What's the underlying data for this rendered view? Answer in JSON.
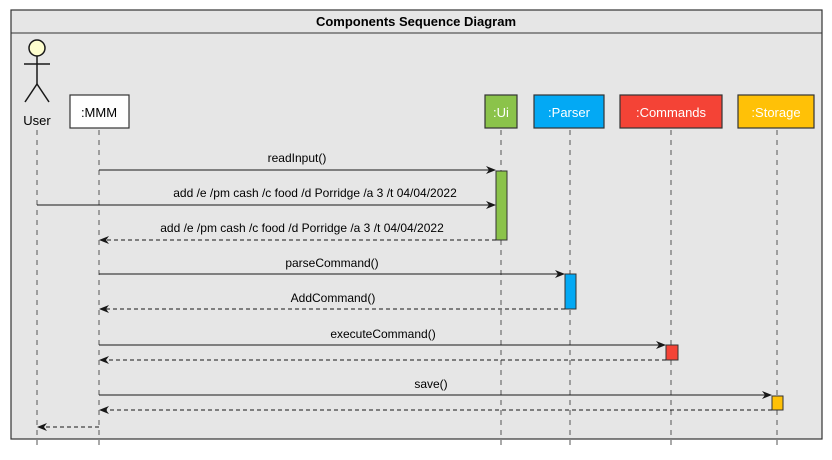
{
  "title": "Components Sequence Diagram",
  "actor": {
    "label": "User"
  },
  "participants": [
    {
      "id": "mmm",
      "label": ":MMM",
      "color": "#fefefe"
    },
    {
      "id": "ui",
      "label": ":Ui",
      "color": "#8bc34a"
    },
    {
      "id": "parser",
      "label": ":Parser",
      "color": "#03a9f4"
    },
    {
      "id": "commands",
      "label": ":Commands",
      "color": "#f44336"
    },
    {
      "id": "storage",
      "label": ":Storage",
      "color": "#ffc107"
    }
  ],
  "messages": [
    {
      "label": "readInput()",
      "from": "mmm",
      "to": "ui",
      "style": "solid"
    },
    {
      "label": "add /e /pm cash /c food /d Porridge /a 3 /t 04/04/2022",
      "from": "user",
      "to": "ui",
      "style": "solid"
    },
    {
      "label": "add /e /pm cash /c food /d Porridge /a 3 /t 04/04/2022",
      "from": "ui",
      "to": "mmm",
      "style": "dashed"
    },
    {
      "label": "parseCommand()",
      "from": "mmm",
      "to": "parser",
      "style": "solid"
    },
    {
      "label": "AddCommand()",
      "from": "parser",
      "to": "mmm",
      "style": "dashed"
    },
    {
      "label": "executeCommand()",
      "from": "mmm",
      "to": "commands",
      "style": "solid"
    },
    {
      "label": "",
      "from": "commands",
      "to": "mmm",
      "style": "dashed"
    },
    {
      "label": "save()",
      "from": "mmm",
      "to": "storage",
      "style": "solid"
    },
    {
      "label": "",
      "from": "storage",
      "to": "mmm",
      "style": "dashed"
    },
    {
      "label": "",
      "from": "mmm",
      "to": "user",
      "style": "dashed"
    }
  ]
}
